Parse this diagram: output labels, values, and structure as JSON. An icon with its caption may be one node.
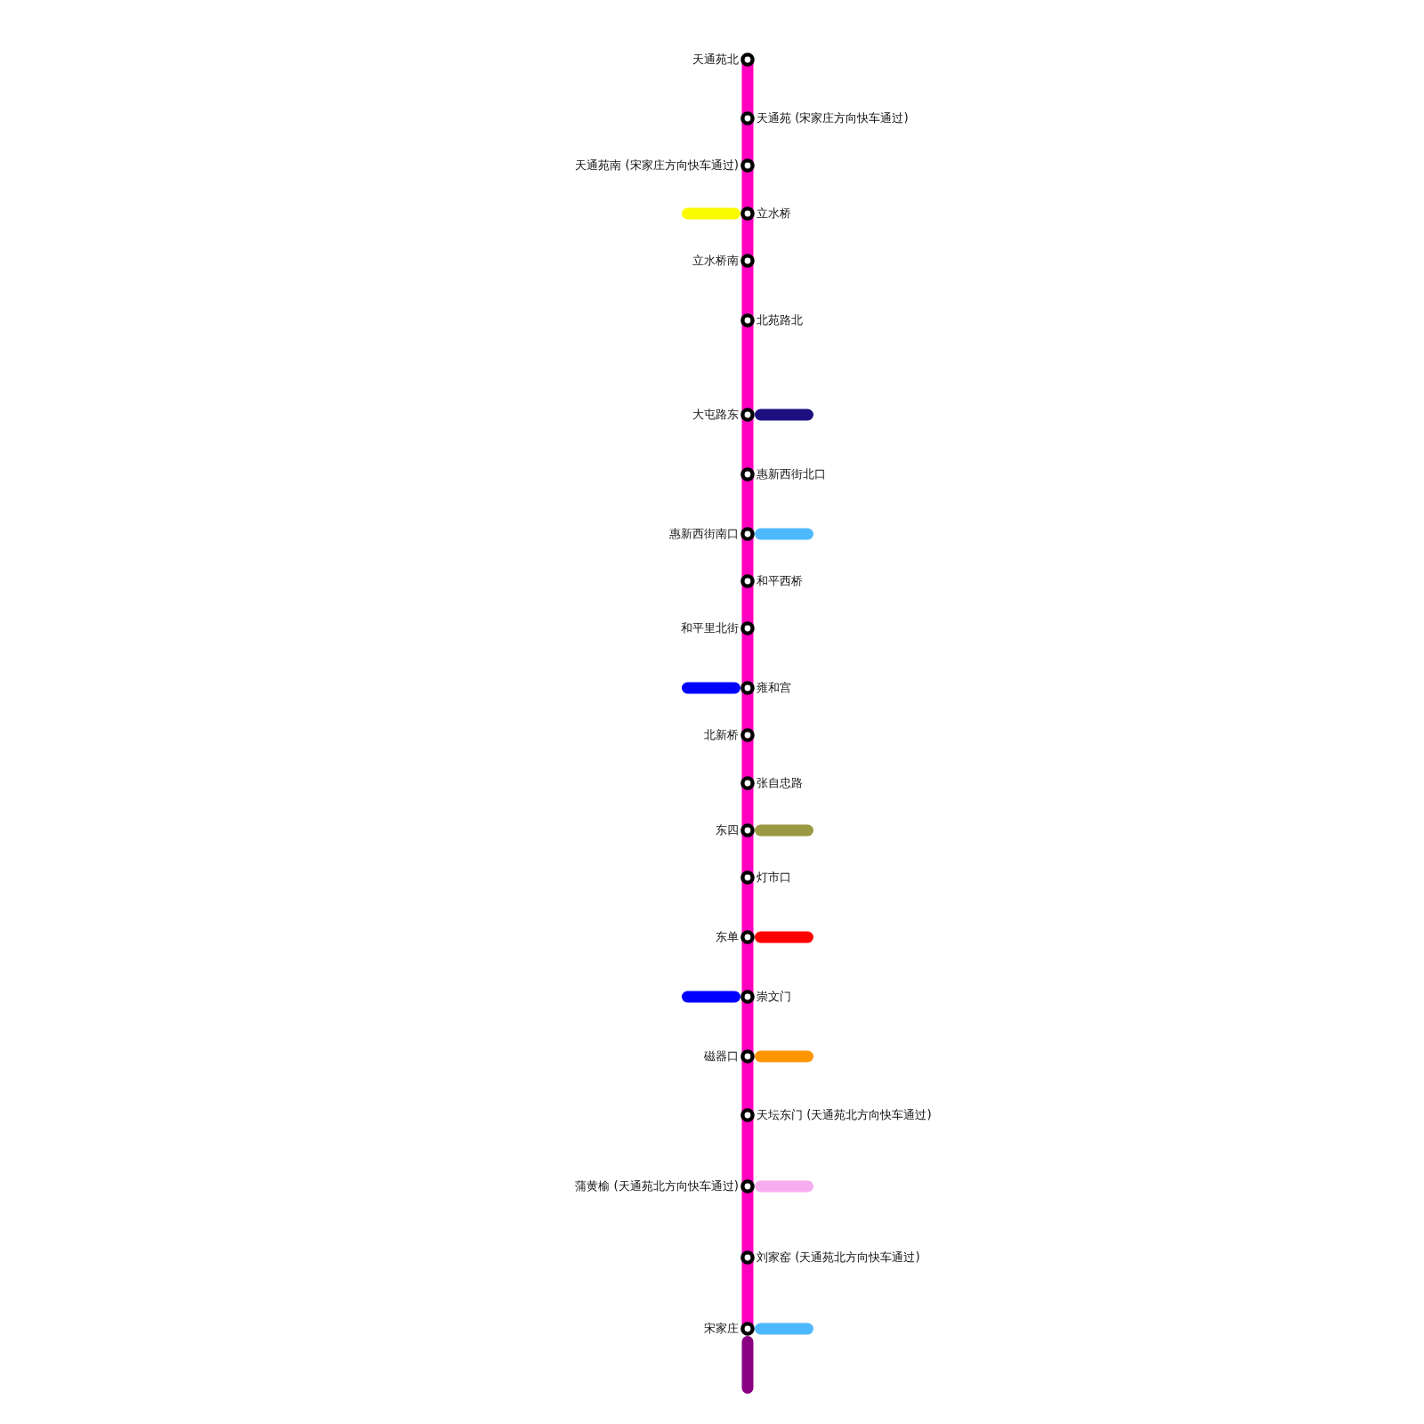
{
  "diagram": {
    "nodes": [
      {
        "text": [
          "天通苑北"
        ]
      },
      {
        "text": [
          "天通苑 (宋家庄方向快车通过)"
        ]
      },
      {
        "text": [
          "天通苑南 (宋家庄方向快车通过)"
        ]
      },
      {
        "text": [
          "立水桥"
        ]
      },
      {
        "text": [
          "立水桥南"
        ]
      },
      {
        "text": [
          "北苑路北"
        ]
      },
      {
        "text": [
          "大屯路东"
        ]
      },
      {
        "text": [
          "惠新西街北口"
        ]
      },
      {
        "text": [
          "惠新西街南口"
        ]
      },
      {
        "text": [
          "和平西桥"
        ]
      },
      {
        "text": [
          "和平里北街"
        ]
      },
      {
        "text": [
          "雍和宫"
        ]
      },
      {
        "text": [
          "北新桥"
        ]
      },
      {
        "text": [
          "张自忠路"
        ]
      },
      {
        "text": [
          "东四"
        ]
      },
      {
        "text": [
          "灯市口"
        ]
      },
      {
        "text": [
          "东单"
        ]
      },
      {
        "text": [
          "崇文门"
        ]
      },
      {
        "text": [
          "磁器口"
        ]
      },
      {
        "text": [
          "天坛东门 (天通苑北方向快车通过)"
        ]
      },
      {
        "text": [
          "蒲黄榆 (天通苑北方向快车通过)"
        ]
      },
      {
        "text": [
          "刘家窑 (天通苑北方向快车通过)"
        ]
      },
      {
        "text": [
          "宋家庄"
        ]
      }
    ],
    "edges": [
      {
        "from": 0,
        "to": 1,
        "arrow": "none"
      },
      {
        "from": 1,
        "to": 2,
        "arrow": "none"
      },
      {
        "from": 2,
        "to": 3,
        "arrow": "none"
      },
      {
        "from": 3,
        "to": 4,
        "arrow": "none"
      },
      {
        "from": 4,
        "to": 5,
        "arrow": "none"
      },
      {
        "from": 5,
        "to": 6,
        "arrow": "none"
      },
      {
        "from": 6,
        "to": 7,
        "arrow": "none"
      },
      {
        "from": 7,
        "to": 8,
        "arrow": "none"
      },
      {
        "from": 8,
        "to": 9,
        "arrow": "none"
      },
      {
        "from": 9,
        "to": 10,
        "arrow": "none"
      },
      {
        "from": 10,
        "to": 11,
        "arrow": "none"
      },
      {
        "from": 11,
        "to": 12,
        "arrow": "none"
      },
      {
        "from": 12,
        "to": 13,
        "arrow": "none"
      },
      {
        "from": 13,
        "to": 14,
        "arrow": "none"
      },
      {
        "from": 14,
        "to": 15,
        "arrow": "none"
      },
      {
        "from": 15,
        "to": 16,
        "arrow": "none"
      },
      {
        "from": 16,
        "to": 17,
        "arrow": "none"
      },
      {
        "from": 17,
        "to": 18,
        "arrow": "none"
      },
      {
        "from": 18,
        "to": 19,
        "arrow": "none"
      },
      {
        "from": 19,
        "to": 20,
        "arrow": "none"
      },
      {
        "from": 20,
        "to": 21,
        "arrow": "none"
      },
      {
        "from": 21,
        "to": 22,
        "arrow": "none"
      },
      {
        "from": 3,
        "to": null,
        "arrow": "none",
        "color": "#fafa00"
      },
      {
        "from": 6,
        "to": null,
        "arrow": "none",
        "color": "#1d0f80"
      },
      {
        "from": 8,
        "to": null,
        "arrow": "none",
        "color": "#4eb8fe"
      },
      {
        "from": 11,
        "to": null,
        "arrow": "none",
        "color": "#0000ff"
      },
      {
        "from": 14,
        "to": null,
        "arrow": "none",
        "color": "#9a9a42"
      },
      {
        "from": 16,
        "to": null,
        "arrow": "none",
        "color": "#ff0000"
      },
      {
        "from": 17,
        "to": null,
        "arrow": "none",
        "color": "#0000ff"
      },
      {
        "from": 18,
        "to": null,
        "arrow": "none",
        "color": "#ff9500"
      },
      {
        "from": 20,
        "to": null,
        "arrow": "none",
        "color": "#f5adf0"
      },
      {
        "from": 22,
        "to": null,
        "arrow": "none",
        "color": "#4eb8fe"
      },
      {
        "from": 22,
        "to": null,
        "arrow": "none",
        "color": "#8a0083"
      }
    ]
  }
}
